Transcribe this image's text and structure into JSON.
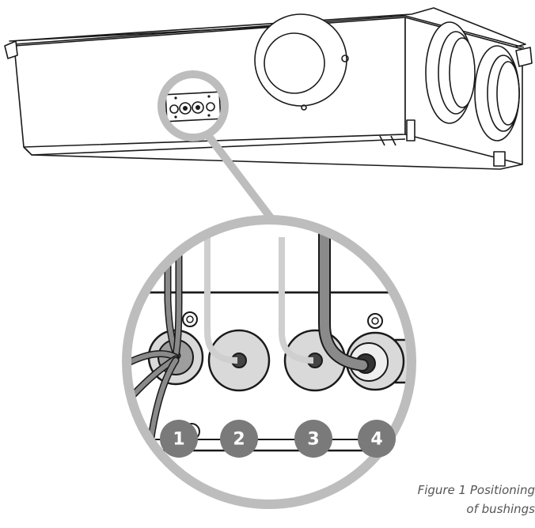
{
  "bushings": [
    {
      "label": "1"
    },
    {
      "label": "2"
    },
    {
      "label": "3"
    },
    {
      "label": "4"
    }
  ],
  "caption": {
    "line1": "Figure 1 Positioning",
    "line2": "of bushings"
  }
}
